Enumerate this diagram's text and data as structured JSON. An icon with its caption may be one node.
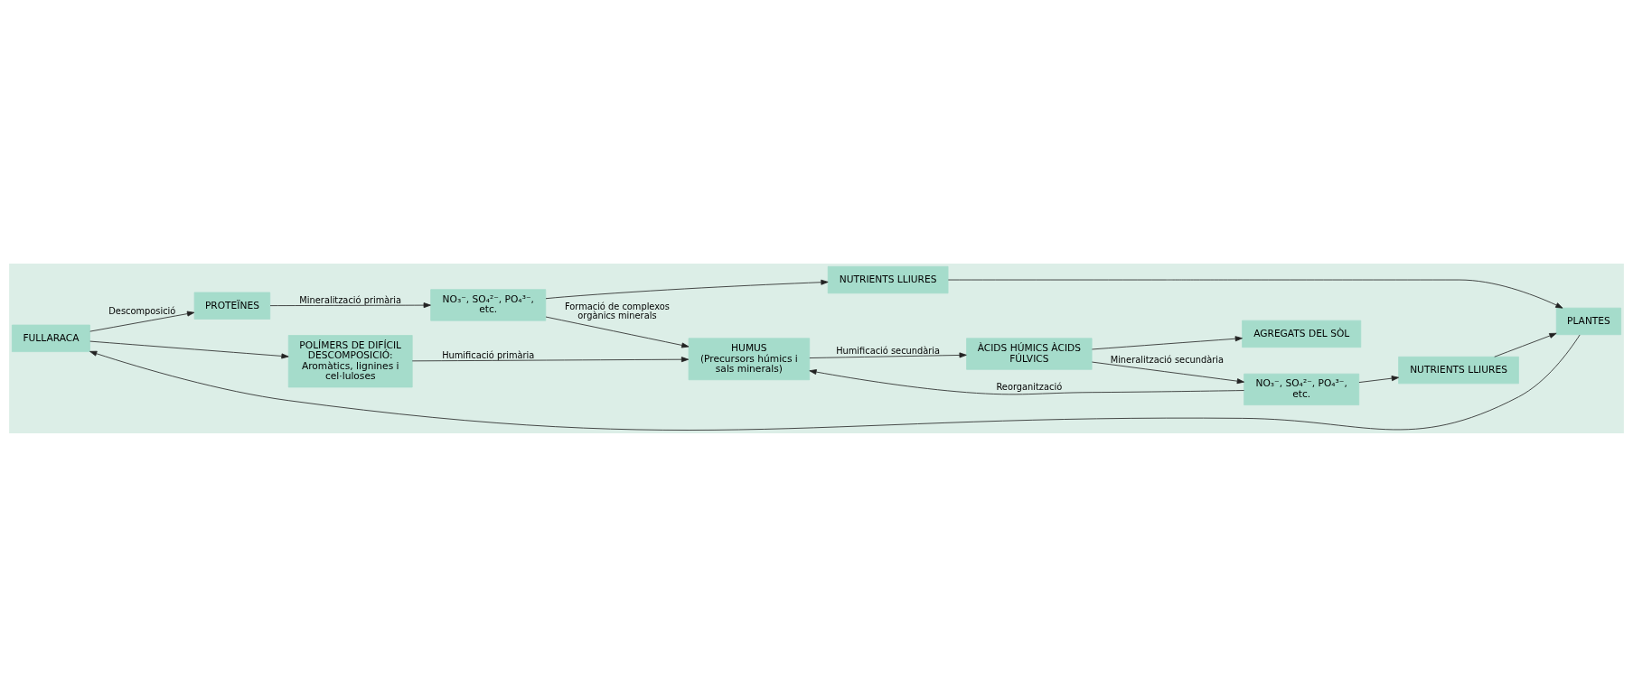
{
  "diagram": {
    "nodes": [
      {
        "text": [
          "FULLARACA"
        ]
      },
      {
        "text": [
          "PROTEÏNES"
        ]
      },
      {
        "text": [
          "NO₃⁻, SO₄²⁻, PO₄³⁻, etc."
        ]
      },
      {
        "text": [
          "NUTRIENTS LLIURES"
        ]
      },
      {
        "text": [
          "PLANTES"
        ]
      },
      {
        "text": [
          "HUMUS",
          "(Precursors húmics i sals minerals)"
        ]
      },
      {
        "text": [
          "AGREGATS DEL SÒL"
        ]
      },
      {
        "text": [
          "POLÍMERS DE DIFÍCIL DESCOMPOSICIÓ:",
          "Aromàtics, lignines i cel·luloses"
        ]
      },
      {
        "text": [
          "ÀCIDS HÚMICS ÀCIDS FÚLVICS"
        ]
      },
      {
        "text": [
          "NO₃⁻, SO₄²⁻, PO₄³⁻, etc."
        ]
      },
      {
        "text": [
          "NUTRIENTS LLIURES"
        ]
      }
    ],
    "edges": [
      {
        "from": 0,
        "to": 1,
        "arrow": "to",
        "label": "Descomposició"
      },
      {
        "from": 0,
        "to": 7,
        "arrow": "to"
      },
      {
        "from": 1,
        "to": 2,
        "arrow": "to",
        "label": "Mineralització primària"
      },
      {
        "from": 2,
        "to": 3,
        "arrow": "to"
      },
      {
        "from": 3,
        "to": 4,
        "arrow": "to"
      },
      {
        "from": 2,
        "to": 5,
        "arrow": "to",
        "label": "Formació de complexos orgànics minerals"
      },
      {
        "from": 7,
        "to": 5,
        "arrow": "to",
        "label": "Humificació primària"
      },
      {
        "from": 5,
        "to": 8,
        "arrow": "to",
        "label": "Humificació secundària"
      },
      {
        "from": 8,
        "to": 6,
        "arrow": "to"
      },
      {
        "from": 8,
        "to": 9,
        "arrow": "to",
        "label": "Mineralització secundària"
      },
      {
        "from": 9,
        "to": 10,
        "arrow": "to"
      },
      {
        "from": 9,
        "to": 5,
        "arrow": "to",
        "label": "Reorganització"
      },
      {
        "from": 10,
        "to": 4,
        "arrow": "to"
      },
      {
        "from": 4,
        "to": 0,
        "arrow": "to"
      }
    ]
  }
}
